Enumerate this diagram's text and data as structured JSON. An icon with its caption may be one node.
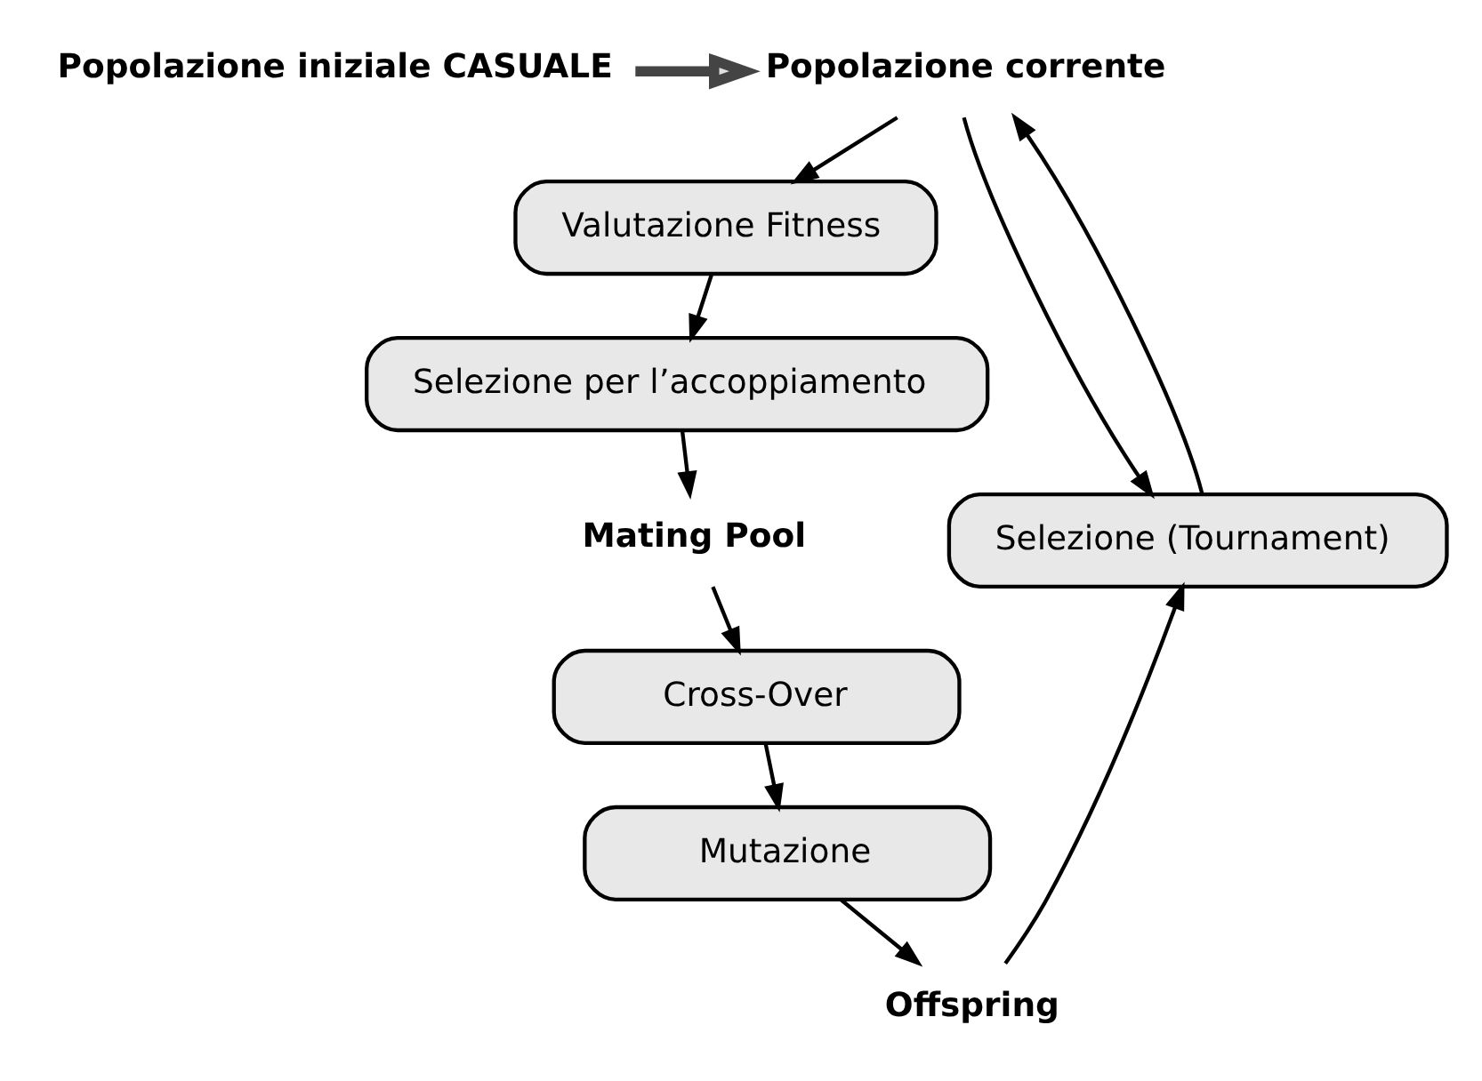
{
  "diagram": {
    "nodes": [
      {
        "text": [
          "Popolazione iniziale CASUALE"
        ]
      },
      {
        "text": [
          "Popolazione corrente"
        ]
      },
      {
        "text": [
          "Valutazione Fitness"
        ]
      },
      {
        "text": [
          "Selezione per l’accoppiamento"
        ]
      },
      {
        "text": [
          "Mating Pool"
        ]
      },
      {
        "text": [
          "Cross-Over"
        ]
      },
      {
        "text": [
          "Mutazione"
        ]
      },
      {
        "text": [
          "Offspring"
        ]
      },
      {
        "text": [
          "Selezione (Tournament)"
        ]
      }
    ],
    "edges": [
      {
        "from": 0,
        "to": 1,
        "arrow": "to",
        "style": "thick"
      },
      {
        "from": 1,
        "to": 2,
        "arrow": "to"
      },
      {
        "from": 2,
        "to": 3,
        "arrow": "to"
      },
      {
        "from": 3,
        "to": 4,
        "arrow": "to"
      },
      {
        "from": 4,
        "to": 5,
        "arrow": "to"
      },
      {
        "from": 5,
        "to": 6,
        "arrow": "to"
      },
      {
        "from": 6,
        "to": 7,
        "arrow": "to"
      },
      {
        "from": 1,
        "to": 8,
        "arrow": "to"
      },
      {
        "from": 7,
        "to": 8,
        "arrow": "to"
      },
      {
        "from": 8,
        "to": 1,
        "arrow": "to"
      }
    ]
  }
}
